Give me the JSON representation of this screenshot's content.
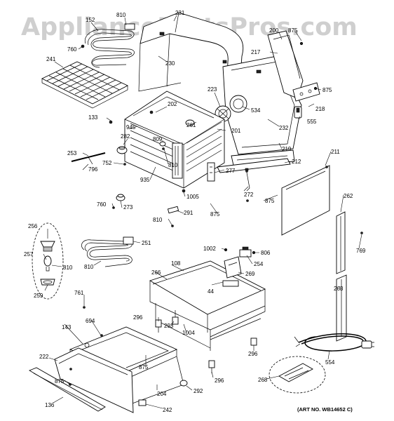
{
  "watermark": "AppliancePartsPros.com",
  "art_number": "(ART NO. WB14652 C)",
  "labels": [
    {
      "id": "l152",
      "text": "152"
    },
    {
      "id": "l810a",
      "text": "810"
    },
    {
      "id": "l760a",
      "text": "760"
    },
    {
      "id": "l231",
      "text": "231"
    },
    {
      "id": "l230",
      "text": "230"
    },
    {
      "id": "l241",
      "text": "241"
    },
    {
      "id": "l200",
      "text": "200"
    },
    {
      "id": "l875a",
      "text": "875"
    },
    {
      "id": "l217",
      "text": "217"
    },
    {
      "id": "l875b",
      "text": "875"
    },
    {
      "id": "l218",
      "text": "218"
    },
    {
      "id": "l555",
      "text": "555"
    },
    {
      "id": "l223",
      "text": "223"
    },
    {
      "id": "l534",
      "text": "534"
    },
    {
      "id": "l232",
      "text": "232"
    },
    {
      "id": "l133",
      "text": "133"
    },
    {
      "id": "l202",
      "text": "202"
    },
    {
      "id": "l945",
      "text": "945"
    },
    {
      "id": "l261",
      "text": "261"
    },
    {
      "id": "l201",
      "text": "201"
    },
    {
      "id": "l219",
      "text": "219"
    },
    {
      "id": "l282",
      "text": "282"
    },
    {
      "id": "l809",
      "text": "809"
    },
    {
      "id": "l253",
      "text": "253"
    },
    {
      "id": "l810b",
      "text": "810"
    },
    {
      "id": "l752",
      "text": "752"
    },
    {
      "id": "l796",
      "text": "796"
    },
    {
      "id": "l935",
      "text": "935"
    },
    {
      "id": "l211",
      "text": "211"
    },
    {
      "id": "l212",
      "text": "212"
    },
    {
      "id": "l277",
      "text": "277"
    },
    {
      "id": "l272",
      "text": "272"
    },
    {
      "id": "l760b",
      "text": "760"
    },
    {
      "id": "l273",
      "text": "273"
    },
    {
      "id": "l1005",
      "text": "1005"
    },
    {
      "id": "l875c",
      "text": "875"
    },
    {
      "id": "l875d",
      "text": "875"
    },
    {
      "id": "l262",
      "text": "262"
    },
    {
      "id": "l291",
      "text": "291"
    },
    {
      "id": "l810c",
      "text": "810"
    },
    {
      "id": "l256",
      "text": "256"
    },
    {
      "id": "l251",
      "text": "251"
    },
    {
      "id": "l769",
      "text": "769"
    },
    {
      "id": "l1002",
      "text": "1002"
    },
    {
      "id": "l806",
      "text": "806"
    },
    {
      "id": "l257",
      "text": "257"
    },
    {
      "id": "l810d",
      "text": "810"
    },
    {
      "id": "l810e",
      "text": "810"
    },
    {
      "id": "l254",
      "text": "254"
    },
    {
      "id": "l108",
      "text": "108"
    },
    {
      "id": "l266",
      "text": "266"
    },
    {
      "id": "l269",
      "text": "269"
    },
    {
      "id": "l259",
      "text": "259"
    },
    {
      "id": "l44",
      "text": "44"
    },
    {
      "id": "l263",
      "text": "263"
    },
    {
      "id": "l761",
      "text": "761"
    },
    {
      "id": "l143",
      "text": "143"
    },
    {
      "id": "l694",
      "text": "694"
    },
    {
      "id": "l296a",
      "text": "296"
    },
    {
      "id": "l293",
      "text": "293"
    },
    {
      "id": "l1004",
      "text": "1004"
    },
    {
      "id": "l296b",
      "text": "296"
    },
    {
      "id": "l554",
      "text": "554"
    },
    {
      "id": "l222",
      "text": "222"
    },
    {
      "id": "l875e",
      "text": "875"
    },
    {
      "id": "l296c",
      "text": "296"
    },
    {
      "id": "l268",
      "text": "268"
    },
    {
      "id": "l875f",
      "text": "875"
    },
    {
      "id": "l204",
      "text": "204"
    },
    {
      "id": "l292",
      "text": "292"
    },
    {
      "id": "l136",
      "text": "136"
    },
    {
      "id": "l242",
      "text": "242"
    }
  ]
}
